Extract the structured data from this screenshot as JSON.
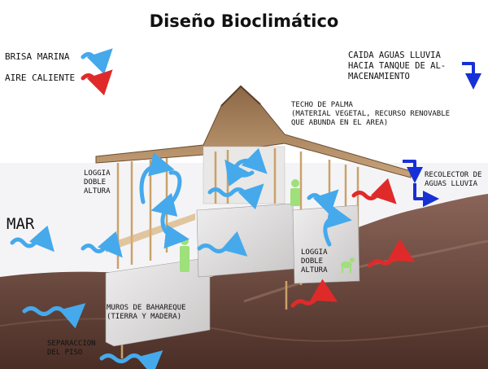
{
  "title": "Diseño Bioclimático",
  "legend": {
    "sea_breeze": "BRISA MARINA",
    "hot_air": "AIRE CALIENTE"
  },
  "labels": {
    "rain": "CAIDA AGUAS LLUVIA\nHACIA TANQUE DE AL-\nMACENAMIENTO",
    "roof": "TECHO DE PALMA\n(MATERIAL VEGETAL, RECURSO RENOVABLE\nQUE ABUNDA EN EL AREA)",
    "collector": "RECOLECTOR DE\nAGUAS LLUVIA",
    "loggia_left": "LOGGIA\nDOBLE\nALTURA",
    "loggia_right": "LOGGIA\nDOBLE\nALTURA",
    "walls": "MUROS DE BAHAREQUE\n(TIERRA Y MADERA)",
    "separation": "SEPARACCION\nDEL PISO",
    "sea": "MAR"
  },
  "colors": {
    "breeze": "#45a9ec",
    "hot_air": "#e02a2a",
    "rain": "#1730d6",
    "person": "#9ee07a",
    "ground": "#6e4a3e",
    "roof": "#b8926a",
    "box": "#dedcdc"
  }
}
